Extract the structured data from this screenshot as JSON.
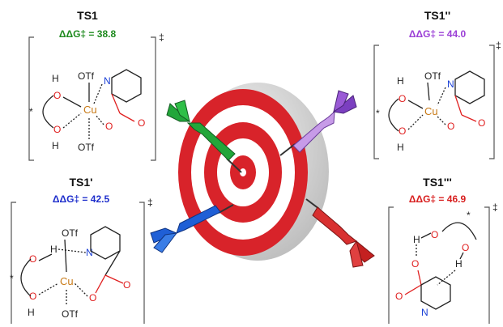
{
  "panels": {
    "ts1": {
      "title": "TS1",
      "energy": "ΔΔG‡ = 38.8",
      "energy_color": "#1e8a1e",
      "dart_color": "#22a63a"
    },
    "ts1p": {
      "title": "TS1'",
      "energy": "ΔΔG‡ = 42.5",
      "energy_color": "#1f2fcc",
      "dart_color": "#1f5fd6"
    },
    "ts1pp": {
      "title": "TS1''",
      "energy": "ΔΔG‡ = 44.0",
      "energy_color": "#9b3fd6",
      "dart_color": "#a066dd"
    },
    "ts1ppp": {
      "title": "TS1'''",
      "energy": "ΔΔG‡ = 46.9",
      "energy_color": "#d81f1f",
      "dart_color": "#d83030"
    }
  },
  "atoms": {
    "otf": "OTf",
    "h": "H",
    "o": "O",
    "n": "N",
    "cu": "Cu",
    "star": "*",
    "dagger": "‡"
  },
  "target": {
    "ring_color": "#d8232a",
    "plate_color": "#d9d9d9"
  }
}
